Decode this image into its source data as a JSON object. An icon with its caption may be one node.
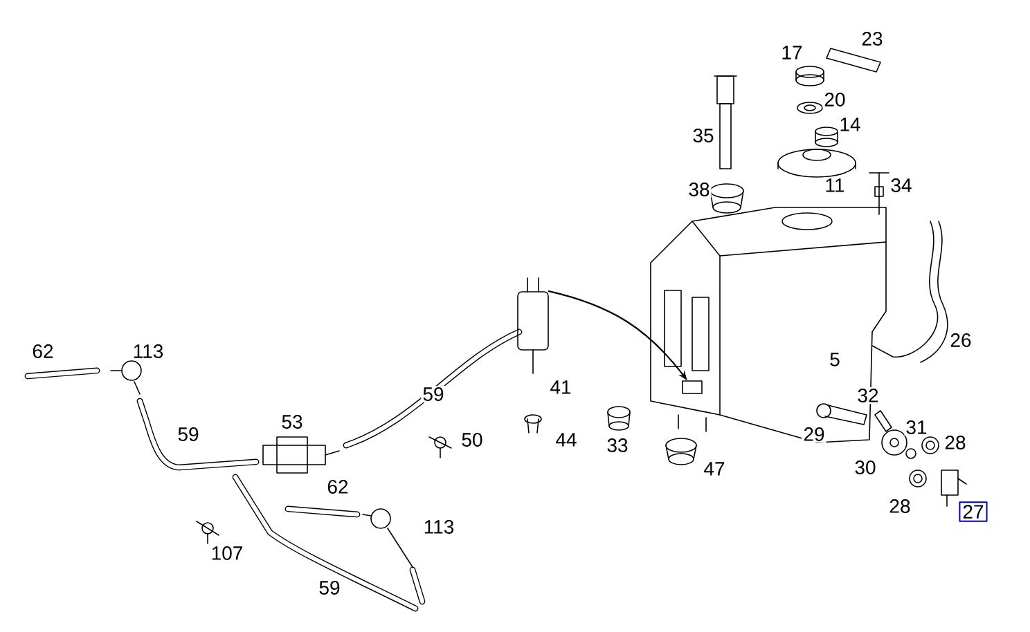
{
  "diagram": {
    "nodes": [
      {
        "text": [],
        "shape": "cylinder"
      },
      {
        "text": [],
        "shape": "box"
      },
      {
        "text": [
          "27"
        ]
      }
    ],
    "edges": [
      {
        "from": 0,
        "to": 1,
        "arrow": "to"
      }
    ],
    "labels": [
      "23",
      "17",
      "20",
      "14",
      "35",
      "11",
      "34",
      "38",
      "26",
      "62",
      "113",
      "5",
      "41",
      "59",
      "32",
      "53",
      "29",
      "59",
      "50",
      "44",
      "33",
      "31",
      "28",
      "30",
      "47",
      "62",
      "113",
      "28",
      "107",
      "59"
    ]
  }
}
